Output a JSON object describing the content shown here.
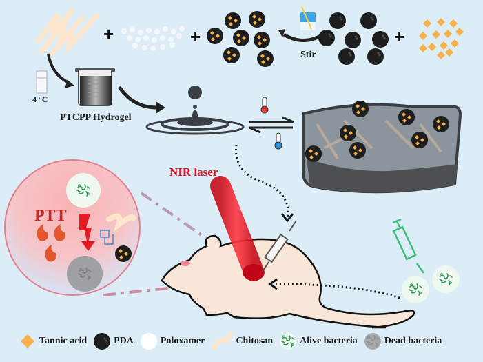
{
  "labels": {
    "temperature": "4 °C",
    "hydrogel": "PTCPP Hydrogel",
    "stir": "Stir",
    "nir_laser": "NIR laser",
    "ptt": "PTT",
    "plus": "+"
  },
  "legend": [
    {
      "symbol": "tannic-acid-diamond",
      "label": "Tannic acid"
    },
    {
      "symbol": "pda-sphere",
      "label": "PDA"
    },
    {
      "symbol": "poloxamer-circle",
      "label": "Poloxamer"
    },
    {
      "symbol": "chitosan-strand",
      "label": "Chitosan"
    },
    {
      "symbol": "alive-bacteria",
      "label": "Alive bacteria"
    },
    {
      "symbol": "dead-bacteria",
      "label": "Dead bacteria"
    }
  ],
  "colors": {
    "background": "#dcedf8",
    "tannic_acid": "#f7b04a",
    "pda": "#1e1e1e",
    "chitosan": "#fde6cc",
    "alive_bacteria": "#2e9a4e",
    "dead_bacteria": "#a9aaac",
    "laser": "#e0101e",
    "mouse": "#f8e6d8",
    "ptt_text": "#c62828"
  }
}
